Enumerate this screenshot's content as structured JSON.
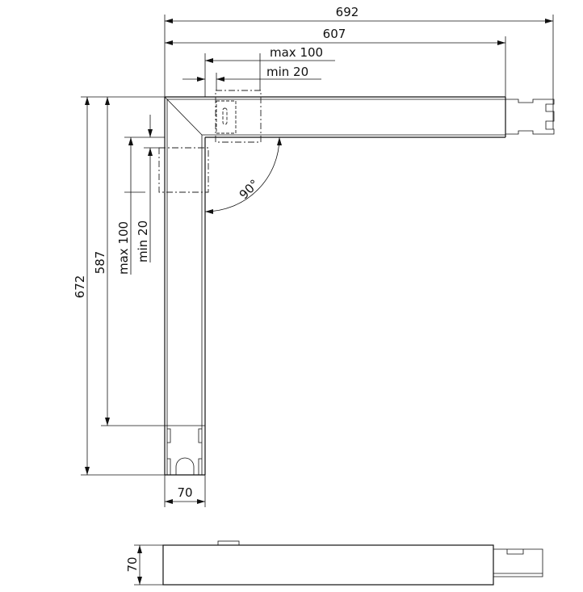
{
  "drawing": {
    "dimensions": {
      "overall_width": "692",
      "inner_width": "607",
      "max_overlap_h": "max 100",
      "min_overlap_h": "min 20",
      "overall_height": "672",
      "inner_height": "587",
      "max_overlap_v": "max 100",
      "min_overlap_v": "min 20",
      "profile_width": "70",
      "profile_height": "70",
      "angle": "90°"
    },
    "colors": {
      "line": "#111111",
      "background": "#ffffff"
    }
  }
}
